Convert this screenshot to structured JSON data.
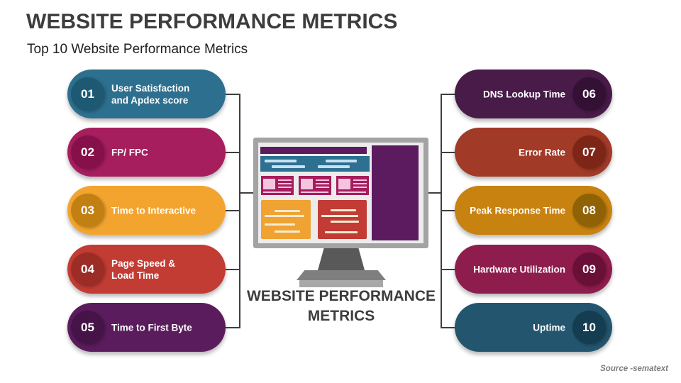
{
  "header": {
    "title": "WEBSITE PERFORMANCE METRICS",
    "subtitle": "Top 10 Website Performance Metrics"
  },
  "center": {
    "caption": "WEBSITE PERFORMANCE\nMETRICS",
    "illustration": "desktop-monitor-with-website-wireframe"
  },
  "left_items": [
    {
      "num": "01",
      "label": "User Satisfaction\nand Apdex score",
      "body_color": "#2d6f8e",
      "circle_color": "#1d5973"
    },
    {
      "num": "02",
      "label": "FP/ FPC",
      "body_color": "#a61e5d",
      "circle_color": "#85104a"
    },
    {
      "num": "03",
      "label": "Time to Interactive",
      "body_color": "#f3a42f",
      "circle_color": "#c27f12"
    },
    {
      "num": "04",
      "label": "Page Speed &\nLoad Time",
      "body_color": "#c23c34",
      "circle_color": "#9b2c26"
    },
    {
      "num": "05",
      "label": "Time to First Byte",
      "body_color": "#5b1c5d",
      "circle_color": "#451347"
    }
  ],
  "right_items": [
    {
      "num": "06",
      "label": "DNS Lookup Time",
      "body_color": "#481b48",
      "circle_color": "#341035"
    },
    {
      "num": "07",
      "label": "Error Rate",
      "body_color": "#a23a28",
      "circle_color": "#7d2617"
    },
    {
      "num": "08",
      "label": "Peak Response Time",
      "body_color": "#c8820f",
      "circle_color": "#8f6206"
    },
    {
      "num": "09",
      "label": "Hardware Utilization",
      "body_color": "#8e1d4d",
      "circle_color": "#6a1038"
    },
    {
      "num": "10",
      "label": "Uptime",
      "body_color": "#23566e",
      "circle_color": "#143d51"
    }
  ],
  "footer": {
    "source": "Source -sematext"
  },
  "palette": {
    "title_text": "#3d3d3d",
    "connector_line": "#3f3f3f",
    "monitor_frame": "#a3a3a3",
    "monitor_screen": "#ececec",
    "wireframe_purple": "#5c1b5e",
    "wireframe_teal": "#2d7092",
    "wireframe_magenta": "#a61c5c",
    "wireframe_pink": "#f5c5e0",
    "wireframe_orange": "#f0a232",
    "wireframe_red": "#c23b34",
    "wireframe_cream": "#f8ecd2",
    "stand_gray_dark": "#595959",
    "stand_gray_mid": "#7f7f7f",
    "stand_gray_light": "#a8a8a8"
  }
}
